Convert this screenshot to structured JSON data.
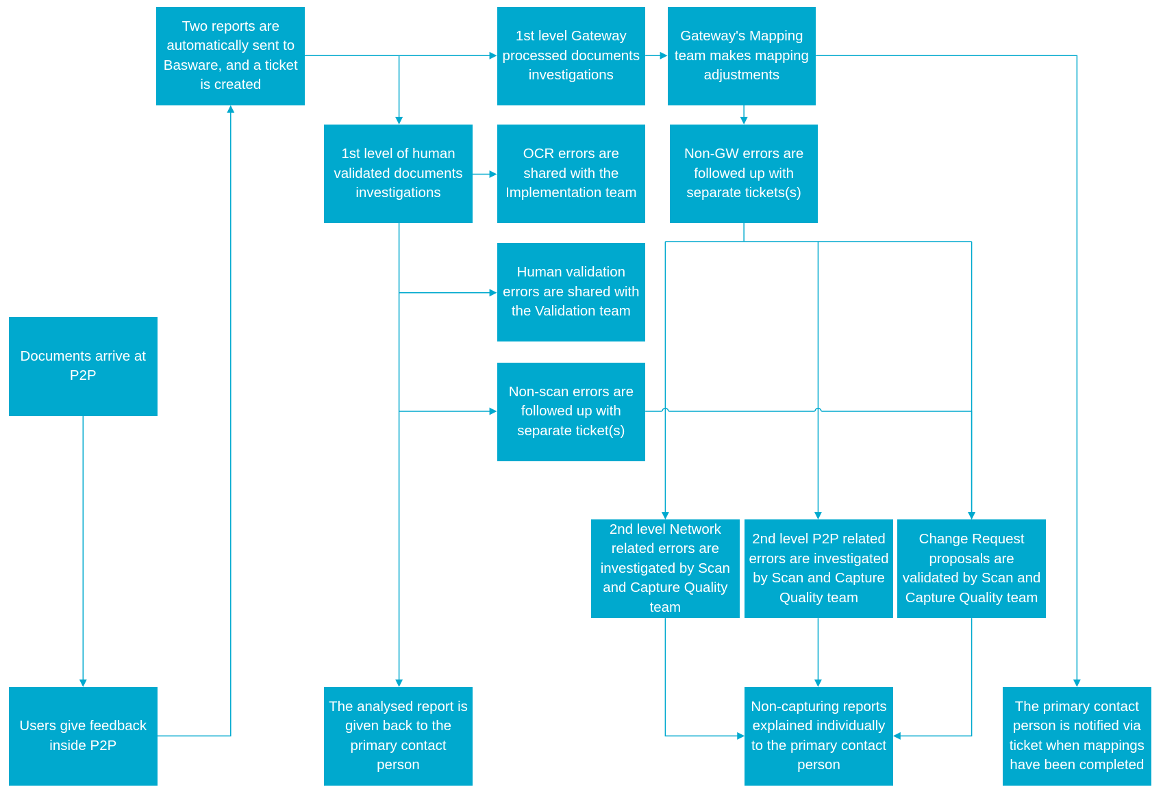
{
  "colors": {
    "box": "#00A9CE",
    "line": "#00A9CE",
    "text": "#FFFFFF"
  },
  "nodes": {
    "docs_arrive": "Documents arrive at P2P",
    "users_feedback": "Users give feedback inside P2P",
    "two_reports": "Two reports are automatically sent to Basware, and a ticket is created",
    "human_validated": "1st level of human validated documents investigations",
    "analysed_report": "The analysed report is given back to the primary contact person",
    "gateway_processed": "1st level Gateway processed documents investigations",
    "ocr_errors": "OCR errors are shared with the Implementation team",
    "human_validation_errors": "Human validation errors are shared with the Validation team",
    "non_scan_errors": "Non-scan errors are followed up with separate ticket(s)",
    "mapping_team": "Gateway's Mapping team makes mapping adjustments",
    "non_gw_errors": "Non-GW errors are followed up with separate tickets(s)",
    "network_errors": "2nd level Network related errors are investigated by Scan and Capture Quality team",
    "p2p_errors": "2nd level P2P related errors are investigated by Scan and Capture Quality team",
    "change_request": "Change Request proposals are validated by Scan and Capture Quality team",
    "non_capturing": "Non-capturing reports explained individually to the primary contact person",
    "contact_notified": "The primary contact person is notified via ticket when mappings have been completed"
  }
}
